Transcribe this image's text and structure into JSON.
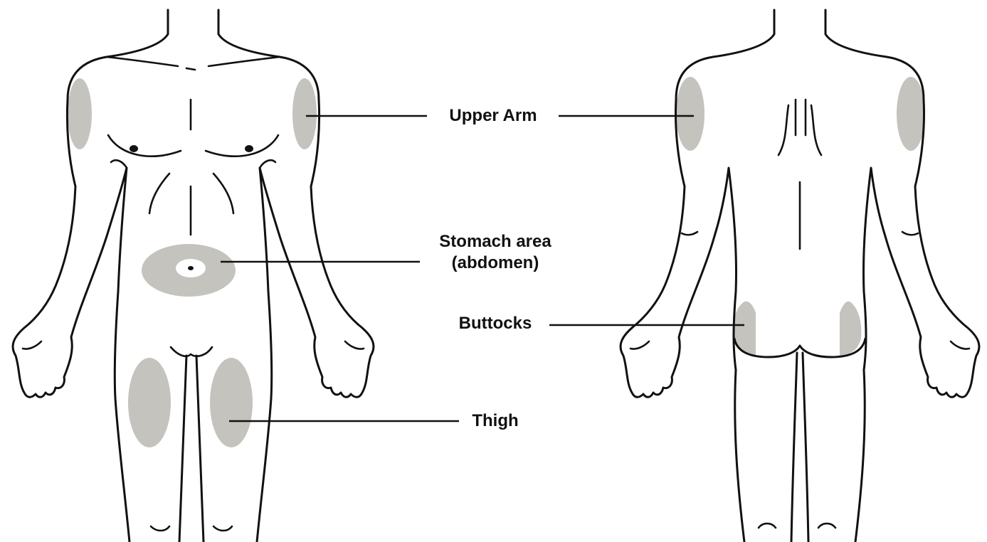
{
  "diagram": {
    "labels": {
      "upper_arm": "Upper Arm",
      "stomach_line1": "Stomach area",
      "stomach_line2": "(abdomen)",
      "buttocks": "Buttocks",
      "thigh": "Thigh"
    },
    "colors": {
      "outline": "#111111",
      "injection_site": "#c5c3bd",
      "background": "#ffffff"
    },
    "views": [
      "front-view",
      "back-view"
    ]
  }
}
